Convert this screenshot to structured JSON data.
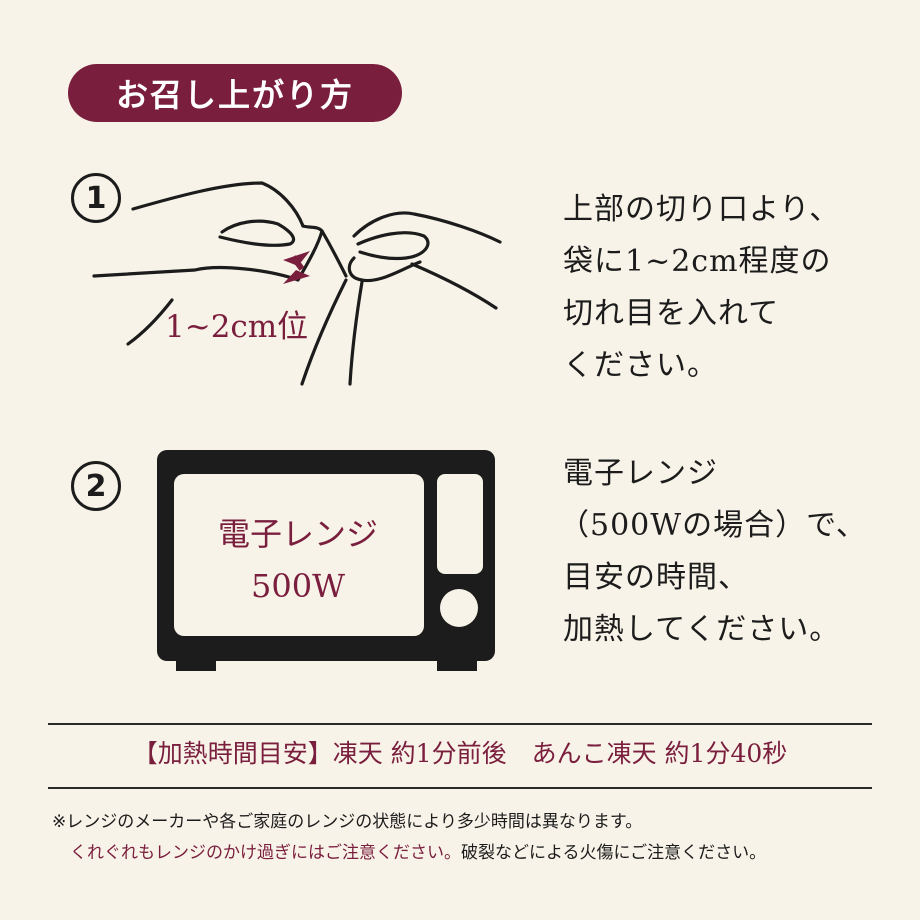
{
  "header": {
    "title": "お召し上がり方"
  },
  "steps": [
    {
      "number": "1",
      "illustration_label": "1~2cm位",
      "lines": [
        "上部の切り口より、",
        "袋に1~2cm程度の",
        "切れ目を入れて",
        "ください。"
      ]
    },
    {
      "number": "2",
      "microwave_label_1": "電子レンジ",
      "microwave_label_2": "500W",
      "lines": [
        "電子レンジ",
        "（500Wの場合）で、",
        "目安の時間、",
        "加熱してください。"
      ]
    }
  ],
  "heating_time": "【加熱時間目安】凍天 約1分前後　あんこ凍天 約1分40秒",
  "notes": {
    "line1": "※レンジのメーカーや各ご家庭のレンジの状態により多少時間は異なります。",
    "line2_accent": "くれぐれもレンジのかけ過ぎにはご注意ください。",
    "line2_rest": "破裂などによる火傷にご注意ください。"
  },
  "colors": {
    "accent": "#7a1e3e",
    "background": "#f8f3e8",
    "ink": "#1c1c1c"
  },
  "icons": [
    "hands-tearing-bag-icon",
    "double-arrow-icon",
    "microwave-icon"
  ]
}
